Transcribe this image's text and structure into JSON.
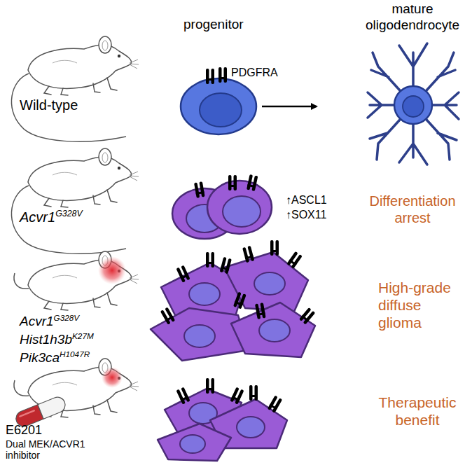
{
  "diagram": {
    "labels": [
      "progenitor",
      "mature oligodendrocyte",
      "PDGFRA",
      "Wild-type",
      "Acvr1",
      "G328V",
      "↑ASCL1",
      "↑SOX11",
      "Differentiation arrest",
      "Acvr1",
      "G328V",
      "Hist1h3b",
      "K27M",
      "Pik3ca",
      "H1047R",
      "High-grade diffuse glioma",
      "Therapeutic benefit",
      "E6201",
      "Dual MEK/ACVR1 inhibitor"
    ]
  }
}
